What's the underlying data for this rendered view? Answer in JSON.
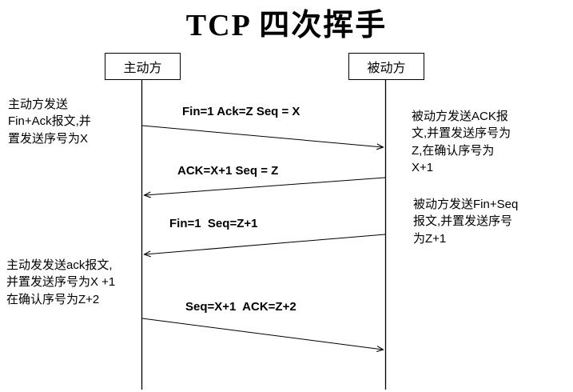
{
  "title": "TCP 四次挥手",
  "actors": {
    "active": "主动方",
    "passive": "被动方"
  },
  "messages": [
    {
      "label": "Fin=1 Ack=Z Seq = X",
      "direction": "left-to-right"
    },
    {
      "label": "ACK=X+1 Seq = Z",
      "direction": "right-to-left"
    },
    {
      "label": "Fin=1  Seq=Z+1",
      "direction": "right-to-left"
    },
    {
      "label": "Seq=X+1  ACK=Z+2",
      "direction": "left-to-right"
    }
  ],
  "annotations": [
    {
      "side": "left",
      "text": "主动方发送\nFin+Ack报文,并\n置发送序号为X"
    },
    {
      "side": "right",
      "text": "被动方发送ACK报\n文,并置发送序号为\nZ,在确认序号为\nX+1"
    },
    {
      "side": "right",
      "text": "被动方发送Fin+Seq\n报文,并置发送序号\n为Z+1"
    },
    {
      "side": "left",
      "text": "主动发发送ack报文,\n并置发送序号为X +1\n在确认序号为Z+2"
    }
  ]
}
